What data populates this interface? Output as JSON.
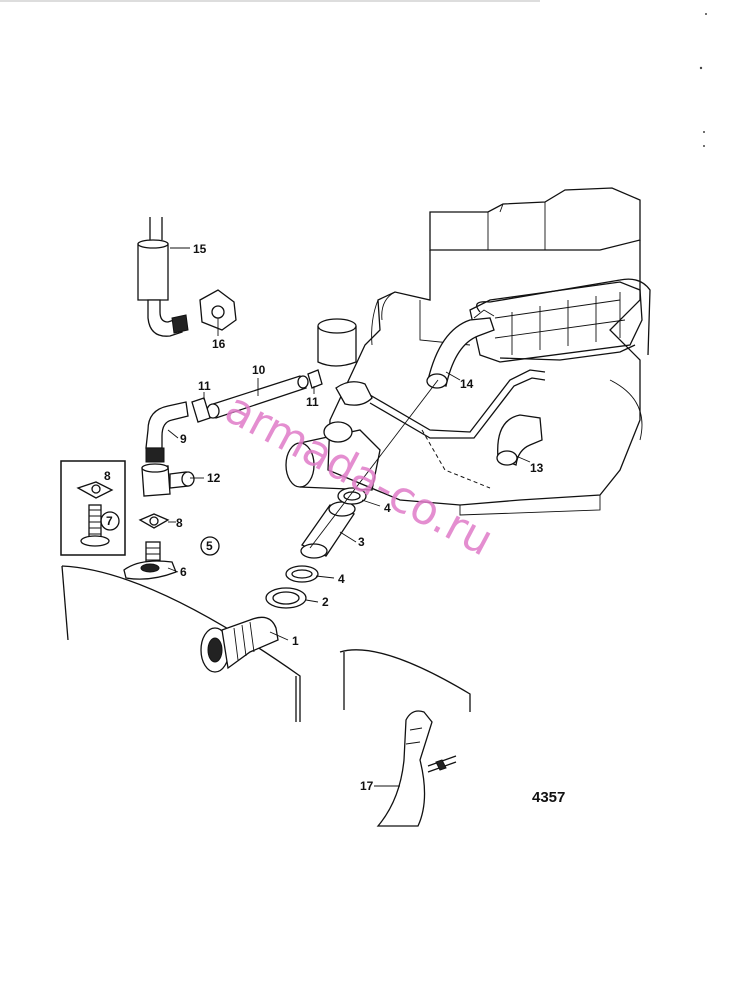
{
  "figure_number": "4357",
  "watermark": "armada-co.ru",
  "callouts": {
    "c1": "1",
    "c2": "2",
    "c3": "3",
    "c4a": "4",
    "c4b": "4",
    "c5": "5",
    "c6": "6",
    "c7": "7",
    "c8a": "8",
    "c8b": "8",
    "c9": "9",
    "c10": "10",
    "c11a": "11",
    "c11b": "11",
    "c12": "12",
    "c13": "13",
    "c14": "14",
    "c15": "15",
    "c16": "16",
    "c17": "17"
  }
}
